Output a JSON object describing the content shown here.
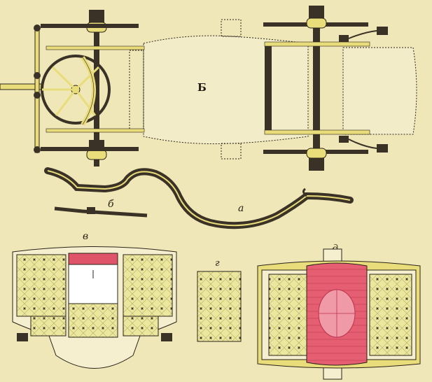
{
  "plate": {
    "colors": {
      "paper": "#efe7b8",
      "yellow": "#e9dc7a",
      "ink": "#2a2418",
      "iron": "#3a3226",
      "red": "#e0546a",
      "cream": "#f5efcf"
    },
    "labels": {
      "top_view": "Б",
      "spring": "а",
      "bracket": "б",
      "rear_interior": "в",
      "cushion": "г",
      "front_interior": "д"
    },
    "icons": [
      "wheel-icon",
      "axle-icon",
      "spring-icon",
      "seat-icon",
      "lantern-icon"
    ]
  }
}
